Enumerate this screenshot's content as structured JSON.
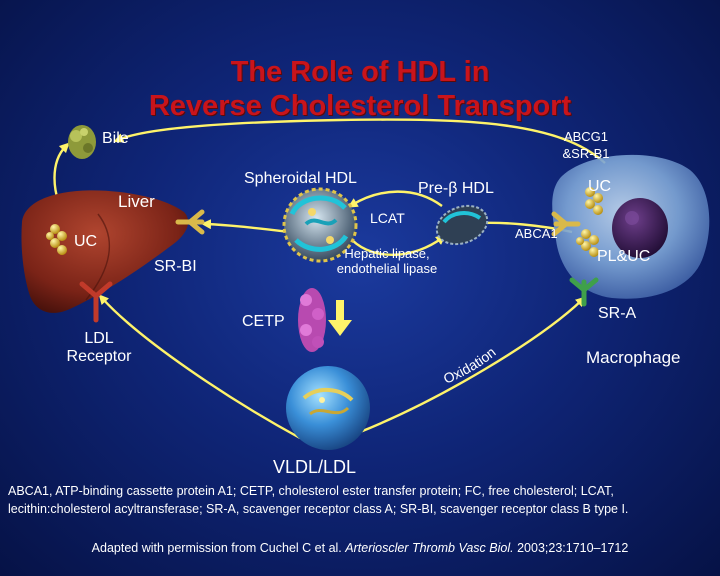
{
  "title_line1": "The Role of HDL in",
  "title_line2": "Reverse Cholesterol Transport",
  "labels": {
    "bile": "Bile",
    "abcg1": "ABCG1",
    "sr_b1": "&SR-B1",
    "spheroidal_hdl": "Spheroidal HDL",
    "pre_beta_hdl": "Pre-β HDL",
    "uc_macrophage": "UC",
    "liver": "Liver",
    "lcat": "LCAT",
    "uc_liver": "UC",
    "abca1": "ABCA1",
    "hepatic_lipase": "Hepatic lipase,",
    "endothelial_lipase": "endothelial lipase",
    "pl_uc": "PL&UC",
    "sr_bi": "SR-BI",
    "cetp": "CETP",
    "sr_a": "SR-A",
    "ldl_receptor_1": "LDL",
    "ldl_receptor_2": "Receptor",
    "macrophage": "Macrophage",
    "oxidation": "Oxidation",
    "vldl_ldl": "VLDL/LDL"
  },
  "footnote": "ABCA1, ATP-binding cassette protein A1; CETP, cholesterol ester transfer protein; FC, free cholesterol; LCAT, lecithin:cholesterol acyltransferase; SR-A, scavenger receptor class A; SR-BI, scavenger receptor class B type I.",
  "citation": {
    "prefix": "Adapted with permission from Cuchel C et al.",
    "journal": "Arterioscler Thromb Vasc Biol.",
    "suffix": "2003;23:1710–1712"
  },
  "colors": {
    "title": "#c9141b",
    "background": "#0f2577",
    "liver": "#8a2a1c",
    "arrow": "#fef36a",
    "macrophage": "#7fa7d8",
    "nucleus": "#3a1c56",
    "receptor_yellow": "#d9b94a",
    "receptor_red": "#c23a2a",
    "receptor_green": "#3fa04a"
  },
  "icons": [
    "bile-drop-icon",
    "liver-icon",
    "spheroidal-hdl-icon",
    "pre-beta-hdl-icon",
    "cetp-protein-icon",
    "vldl-ldl-particle-icon",
    "macrophage-cell-icon",
    "cholesterol-cluster-icon",
    "receptor-icon",
    "down-arrow-icon"
  ]
}
